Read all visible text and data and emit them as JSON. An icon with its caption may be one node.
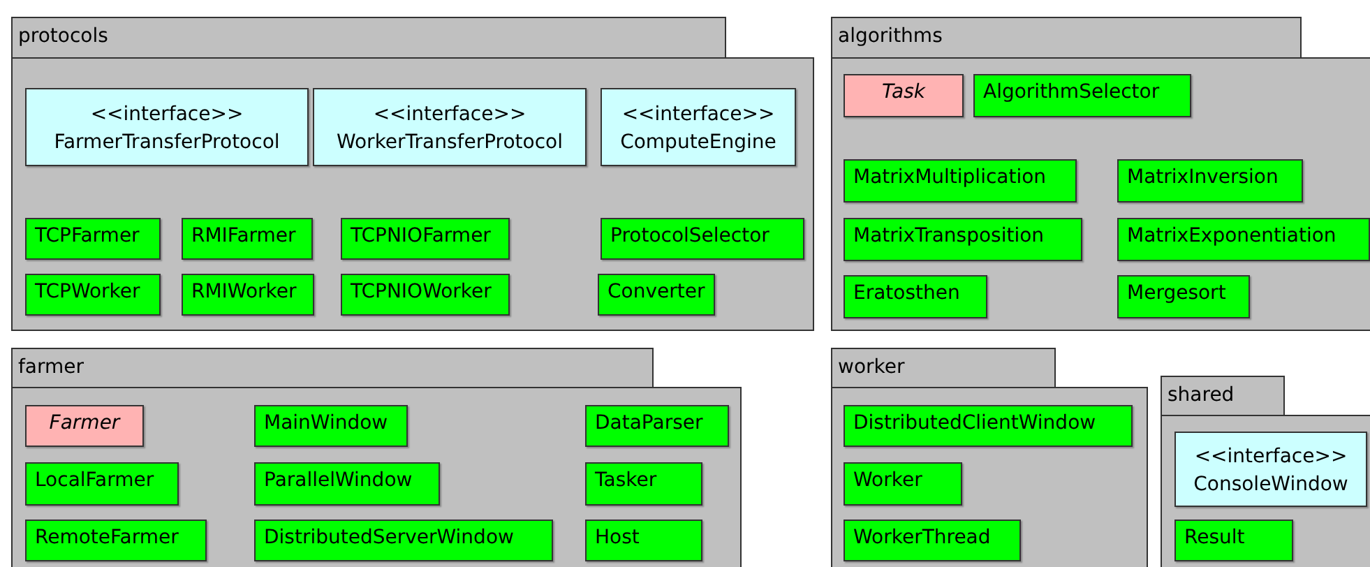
{
  "diagram": {
    "nodes": [
      {
        "text": [
          "protocols"
        ]
      },
      {
        "text": [
          "<<interface>>",
          "FarmerTransferProtocol"
        ],
        "in": 0
      },
      {
        "text": [
          "<<interface>>",
          "WorkerTransferProtocol"
        ],
        "in": 0
      },
      {
        "text": [
          "<<interface>>",
          "ComputeEngine"
        ],
        "in": 0
      },
      {
        "text": [
          "TCPFarmer"
        ],
        "in": 0
      },
      {
        "text": [
          "RMIFarmer"
        ],
        "in": 0
      },
      {
        "text": [
          "TCPNIOFarmer"
        ],
        "in": 0
      },
      {
        "text": [
          "ProtocolSelector"
        ],
        "in": 0
      },
      {
        "text": [
          "TCPWorker"
        ],
        "in": 0
      },
      {
        "text": [
          "RMIWorker"
        ],
        "in": 0
      },
      {
        "text": [
          "TCPNIOWorker"
        ],
        "in": 0
      },
      {
        "text": [
          "Converter"
        ],
        "in": 0
      },
      {
        "text": [
          "algorithms"
        ]
      },
      {
        "text": [
          "Task"
        ],
        "in": 12
      },
      {
        "text": [
          "AlgorithmSelector"
        ],
        "in": 12
      },
      {
        "text": [
          "MatrixMultiplication"
        ],
        "in": 12
      },
      {
        "text": [
          "MatrixInversion"
        ],
        "in": 12
      },
      {
        "text": [
          "MatrixTransposition"
        ],
        "in": 12
      },
      {
        "text": [
          "MatrixExponentiation"
        ],
        "in": 12
      },
      {
        "text": [
          "Eratosthen"
        ],
        "in": 12
      },
      {
        "text": [
          "Mergesort"
        ],
        "in": 12
      },
      {
        "text": [
          "farmer"
        ]
      },
      {
        "text": [
          "Farmer"
        ],
        "in": 21
      },
      {
        "text": [
          "MainWindow"
        ],
        "in": 21
      },
      {
        "text": [
          "DataParser"
        ],
        "in": 21
      },
      {
        "text": [
          "LocalFarmer"
        ],
        "in": 21
      },
      {
        "text": [
          "ParallelWindow"
        ],
        "in": 21
      },
      {
        "text": [
          "Tasker"
        ],
        "in": 21
      },
      {
        "text": [
          "RemoteFarmer"
        ],
        "in": 21
      },
      {
        "text": [
          "DistributedServerWindow"
        ],
        "in": 21
      },
      {
        "text": [
          "Host"
        ],
        "in": 21
      },
      {
        "text": [
          "worker"
        ]
      },
      {
        "text": [
          "DistributedClientWindow"
        ],
        "in": 31
      },
      {
        "text": [
          "Worker"
        ],
        "in": 31
      },
      {
        "text": [
          "WorkerThread"
        ],
        "in": 31
      },
      {
        "text": [
          "shared"
        ]
      },
      {
        "text": [
          "<<interface>>",
          "ConsoleWindow"
        ],
        "in": 35
      },
      {
        "text": [
          "Result"
        ],
        "in": 35
      }
    ]
  }
}
